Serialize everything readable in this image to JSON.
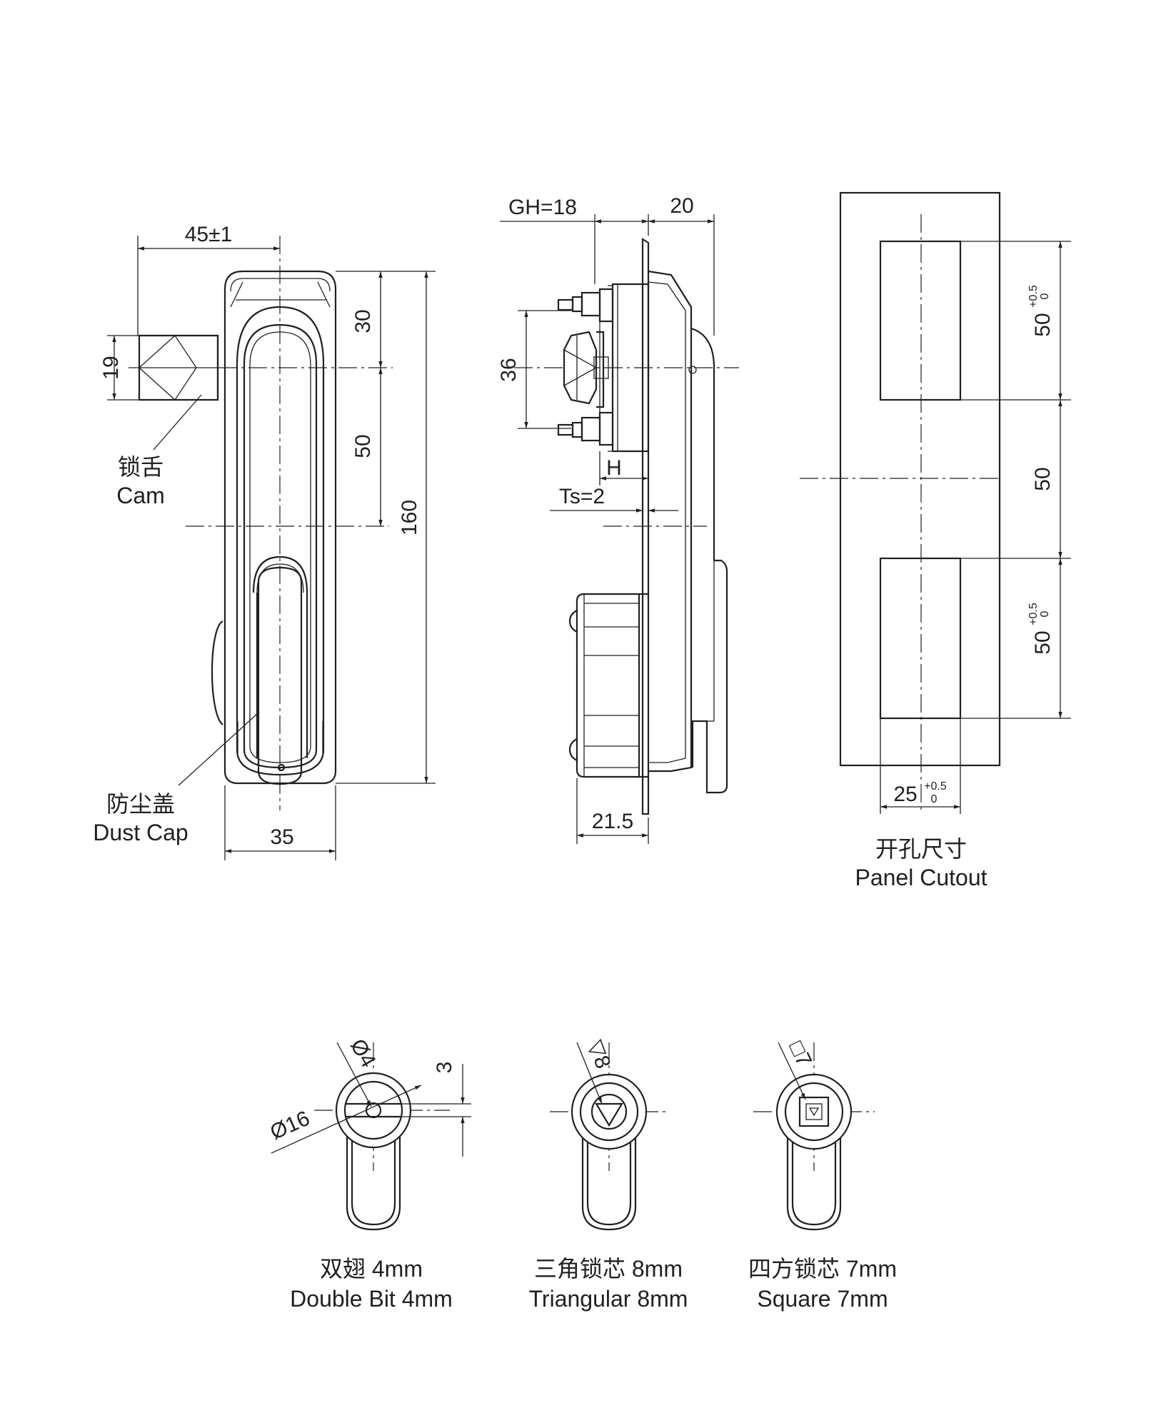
{
  "front_view": {
    "dim_width_top": "45±1",
    "dim_cam_height": "19",
    "dim_top_offset": "30",
    "dim_mid_offset": "50",
    "dim_total_height": "160",
    "dim_width_bottom": "35",
    "label_cam_cn": "锁舌",
    "label_cam_en": "Cam",
    "label_dustcap_cn": "防尘盖",
    "label_dustcap_en": "Dust Cap"
  },
  "side_view": {
    "dim_gh": "GH=18",
    "dim_depth": "20",
    "dim_36": "36",
    "dim_h": "H",
    "dim_ts": "Ts=2",
    "dim_215": "21.5"
  },
  "cutout": {
    "dim_top_slot": "50",
    "dim_top_tol_plus": "+0.5",
    "dim_top_tol_zero": "0",
    "dim_middle": "50",
    "dim_bottom_slot": "50",
    "dim_bottom_tol_plus": "+0.5",
    "dim_bottom_tol_zero": "0",
    "dim_width": "25",
    "dim_width_tol_plus": "+0.5",
    "dim_width_tol_zero": "0",
    "label_cn": "开孔尺寸",
    "label_en": "Panel Cutout"
  },
  "inserts": [
    {
      "dim_a": "Ø4",
      "dim_b": "Ø16",
      "dim_c": "3",
      "label_cn": "双翅 4mm",
      "label_en": "Double Bit 4mm"
    },
    {
      "dim_a": "▽8",
      "label_cn": "三角锁芯 8mm",
      "label_en": "Triangular 8mm"
    },
    {
      "dim_a": "□7",
      "label_cn": "四方锁芯 7mm",
      "label_en": "Square 7mm"
    }
  ]
}
